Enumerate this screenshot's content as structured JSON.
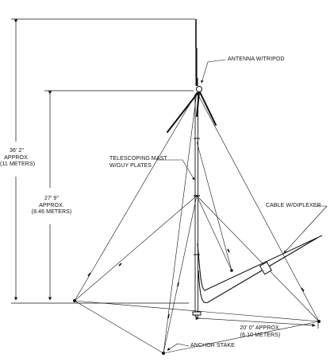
{
  "labels": {
    "antenna": "ANTENNA W/TRIPOD",
    "mast_line1": "TELESCOPING MAST",
    "mast_line2": "W/GUY PLATES",
    "cable": "CABLE W/DIPLEXER",
    "anchor": "ANCHOR STAKE"
  },
  "dimensions": {
    "overall_height": {
      "line1": "36' 2\"",
      "line2": "APPROX.",
      "line3": "(11 METERS)"
    },
    "mast_height": {
      "line1": "27' 9\"",
      "line2": "APPROX.",
      "line3": "(8.46 METERS)"
    },
    "guy_radius": {
      "line1": "20' 0\" APPROX.",
      "line2": "(6.10 METERS)"
    }
  }
}
